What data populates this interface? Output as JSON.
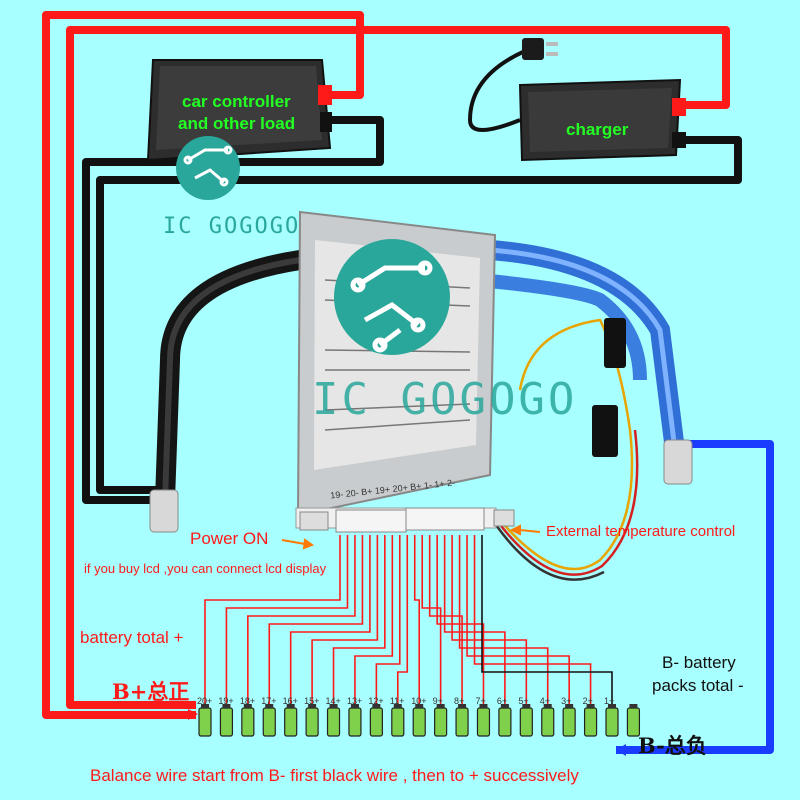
{
  "diagram": {
    "car_controller": {
      "line1": "car controller",
      "line2": "and other load"
    },
    "charger": "charger",
    "watermark": "IC GOGOGO",
    "power_on": "Power ON",
    "lcd_note": "if you buy lcd ,you can connect lcd display",
    "external_temp": "External temperature control",
    "battery_total_plus": "battery total +",
    "b_minus_label": {
      "line1": "B- battery",
      "line2": "packs total -"
    },
    "b_plus_cn": "B+总正",
    "b_minus_cn": "B-总负",
    "balance_note": "Balance wire start from B- first black wire , then to + successively",
    "board_pins": "19- 20- B+   19+ 20+ B+   1- 1+ 2-",
    "cell_labels": [
      "20+",
      "19+",
      "18+",
      "17+",
      "16+",
      "15+",
      "14+",
      "13+",
      "12+",
      "11+",
      "10+",
      "9+",
      "8+",
      "7+",
      "6+",
      "5+",
      "4+",
      "3+",
      "2+",
      "1+"
    ],
    "colors": {
      "background": "#a8ffff",
      "wire_red": "#ff1a1a",
      "wire_black": "#111111",
      "wire_blue": "#1a3cff",
      "label_green": "#22ff22",
      "label_red": "#ff1a1a",
      "logo_teal": "#2aa79b"
    }
  }
}
